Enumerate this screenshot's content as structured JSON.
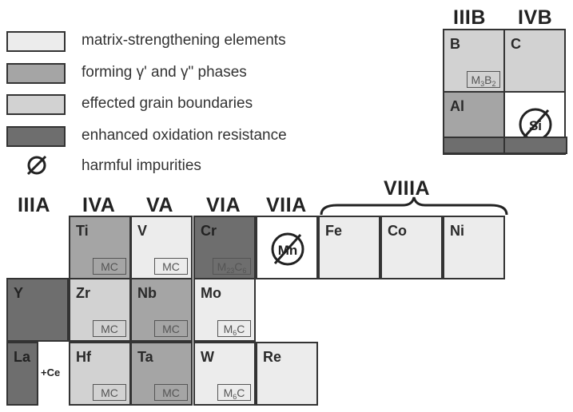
{
  "colors": {
    "matrix": "#ececec",
    "gamma": "#a5a5a5",
    "grain": "#d2d2d2",
    "oxidation": "#6e6e6e",
    "impurity": "#ffffff",
    "border": "#333333"
  },
  "legend": [
    {
      "kind": "matrix",
      "label": "matrix-strengthening elements"
    },
    {
      "kind": "gamma",
      "label": "forming γ' and γ\" phases"
    },
    {
      "kind": "grain",
      "label": "effected grain boundaries"
    },
    {
      "kind": "oxidation",
      "label": "enhanced oxidation resistance"
    },
    {
      "kind": "impurity-icon",
      "label": "harmful impurities"
    }
  ],
  "groups": {
    "IIIA": "IIIA",
    "IVA": "IVA",
    "VA": "VA",
    "VIA": "VIA",
    "VIIA": "VIIA",
    "VIIIA": "VIIIA",
    "IIIB": "IIIB",
    "IVB": "IVB"
  },
  "elements": {
    "B": {
      "symbol": "B",
      "kind": "grain",
      "phase": "M3B2"
    },
    "C": {
      "symbol": "C",
      "kind": "grain"
    },
    "Al": {
      "symbol": "Al",
      "kind": "gamma"
    },
    "Si": {
      "symbol": "Si",
      "kind": "impurity"
    },
    "Ti": {
      "symbol": "Ti",
      "kind": "gamma",
      "phase": "MC"
    },
    "V": {
      "symbol": "V",
      "kind": "matrix",
      "phase": "MC"
    },
    "Cr": {
      "symbol": "Cr",
      "kind": "oxidation",
      "phase": "M23C6"
    },
    "Mn": {
      "symbol": "Mn",
      "kind": "impurity"
    },
    "Fe": {
      "symbol": "Fe",
      "kind": "matrix"
    },
    "Co": {
      "symbol": "Co",
      "kind": "matrix"
    },
    "Ni": {
      "symbol": "Ni",
      "kind": "matrix"
    },
    "Y": {
      "symbol": "Y",
      "kind": "oxidation"
    },
    "Zr": {
      "symbol": "Zr",
      "kind": "grain",
      "phase": "MC"
    },
    "Nb": {
      "symbol": "Nb",
      "kind": "gamma",
      "phase": "MC"
    },
    "Mo": {
      "symbol": "Mo",
      "kind": "matrix",
      "phase": "M6C"
    },
    "La": {
      "symbol": "La",
      "kind": "oxidation",
      "note": "+Ce"
    },
    "Hf": {
      "symbol": "Hf",
      "kind": "grain",
      "phase": "MC"
    },
    "Ta": {
      "symbol": "Ta",
      "kind": "gamma",
      "phase": "MC"
    },
    "W": {
      "symbol": "W",
      "kind": "matrix",
      "phase": "M6C"
    },
    "Re": {
      "symbol": "Re",
      "kind": "matrix"
    }
  }
}
